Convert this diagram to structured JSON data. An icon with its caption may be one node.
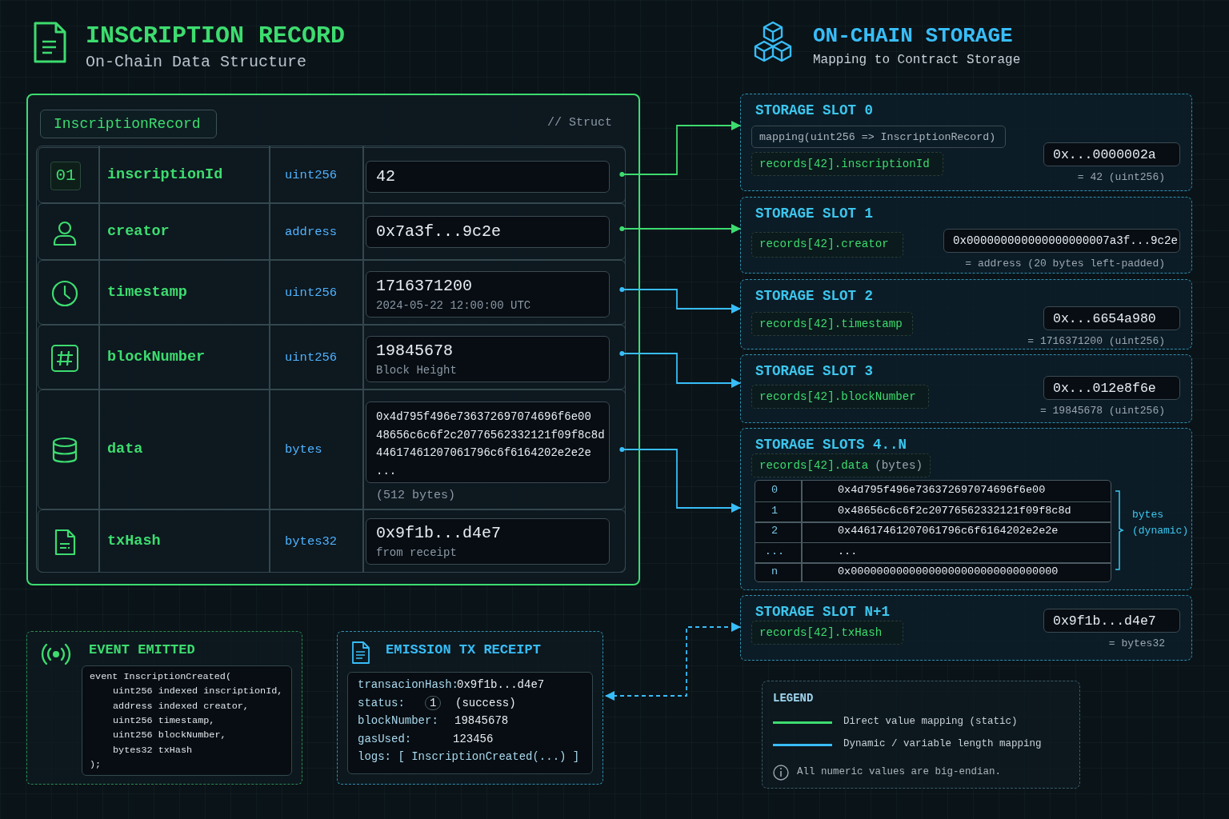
{
  "diagram": {
    "nodes": [
      {
        "text": [
          "// Struct"
        ]
      },
      {
        "text": [
          "InscriptionRecord"
        ],
        "in": 0
      },
      {
        "text": [
          "01",
          "inscriptionId",
          "uint256"
        ],
        "in": 0
      },
      {
        "text": [
          "42"
        ],
        "in": 2
      },
      {
        "text": [
          "creator",
          "address"
        ],
        "in": 0
      },
      {
        "text": [
          "0x7a3f...9c2e"
        ],
        "in": 4
      },
      {
        "text": [
          "timestamp",
          "uint256"
        ],
        "in": 0
      },
      {
        "text": [
          "1716371200",
          "2024-05-22 12:00:00 UTC"
        ],
        "in": 6
      },
      {
        "text": [
          "blockNumber",
          "uint256"
        ],
        "in": 0
      },
      {
        "text": [
          "19845678",
          "Block Height"
        ],
        "in": 8
      },
      {
        "text": [
          "data",
          "bytes"
        ],
        "in": 0
      },
      {
        "text": [
          "0x4d795f496e736372697074696f6e00 48656c6c6f2c20776562332121f09f8c8d 44617461207061796c6f6164202e2e2e ..."
        ],
        "in": 10,
        "beside": [
          "(512 bytes)"
        ]
      },
      {
        "text": [
          "txHash",
          "bytes32"
        ],
        "in": 0
      },
      {
        "text": [
          "0x9f1b...d4e7",
          "from receipt"
        ],
        "in": 12
      },
      {
        "text": [
          "STORAGE SLOT 0"
        ]
      },
      {
        "text": [
          "mapping(uint256 => InscriptionRecord)"
        ],
        "in": 14
      },
      {
        "text": [
          "records[42].inscriptionId"
        ],
        "in": 14
      },
      {
        "text": [
          "0x...0000002a"
        ],
        "in": 14,
        "beside": [
          "= 42 (uint256)"
        ]
      },
      {
        "text": [
          "STORAGE SLOT 1"
        ]
      },
      {
        "text": [
          "records[42].creator"
        ],
        "in": 18
      },
      {
        "text": [
          "0x000000000000000000007a3f...9c2e"
        ],
        "in": 18,
        "beside": [
          "= address (20 bytes left-padded)"
        ]
      },
      {
        "text": [
          "STORAGE SLOT 2"
        ]
      },
      {
        "text": [
          "records[42].timestamp"
        ],
        "in": 21
      },
      {
        "text": [
          "0x...6654a980"
        ],
        "in": 21,
        "beside": [
          "= 1716371200 (uint256)"
        ]
      },
      {
        "text": [
          "STORAGE SLOT 3"
        ]
      },
      {
        "text": [
          "records[42].blockNumber"
        ],
        "in": 24
      },
      {
        "text": [
          "0x...012e8f6e"
        ],
        "in": 24,
        "beside": [
          "= 19845678 (uint256)"
        ]
      },
      {
        "text": [
          "STORAGE SLOTS 4..N"
        ]
      },
      {
        "text": [
          "records[42].data",
          "(bytes)"
        ],
        "in": 27
      },
      {
        "text": [
          "STORAGE SLOT N+1"
        ]
      },
      {
        "text": [
          "records[42].txHash"
        ],
        "in": 29
      },
      {
        "text": [
          "0x9f1b...d4e7"
        ],
        "in": 29,
        "beside": [
          "= bytes32"
        ]
      },
      {
        "text": [
          "EVENT EMITTED"
        ]
      },
      {
        "text": [
          "event InscriptionCreated(",
          "uint256 indexed inscriptionId,",
          "address indexed creator,",
          "uint256 timestamp,",
          "uint256 blockNumber,",
          "bytes32 txHash",
          ");"
        ],
        "in": 32
      },
      {
        "text": [
          "EMISSION TX RECEIPT"
        ]
      },
      {
        "text": [
          "transacionHash:",
          "0x9f1b...d4e7",
          "status:",
          "1",
          "(success)",
          "blockNumber:",
          "19845678",
          "gasUsed:",
          "123456",
          "logs: [ InscriptionCreated(...) ]"
        ],
        "in": 34
      }
    ],
    "edges": [
      {
        "from": 2,
        "to": 14,
        "arrow": "to",
        "color": "#3ddc6f"
      },
      {
        "from": 4,
        "to": 18,
        "arrow": "to",
        "color": "#3ddc6f"
      },
      {
        "from": 6,
        "to": 21,
        "arrow": "to"
      },
      {
        "from": 8,
        "to": 24,
        "arrow": "to"
      },
      {
        "from": 10,
        "to": 27,
        "arrow": "to"
      },
      {
        "from": 34,
        "to": 29,
        "arrow": "both",
        "style": "dashed"
      }
    ],
    "labels": [
      "INSCRIPTION RECORD",
      "On-Chain Data Structure",
      "ON-CHAIN STORAGE",
      "Mapping to Contract Storage",
      "0",
      "0x4d795f496e736372697074696f6e00",
      "1",
      "0x48656c6c6f2c20776562332121f09f8c8d",
      "2",
      "0x44617461207061796c6f6164202e2e2e",
      "...",
      "...",
      "n",
      "0x00000000000000000000000000000000",
      "bytes (dynamic)",
      "LEGEND",
      "All numeric values are big-endian."
    ],
    "legend": [
      {
        "text": "Direct value mapping (static)",
        "color": "#3ddc6f"
      },
      {
        "text": "Dynamic / variable length mapping",
        "color": "#38bdf8"
      }
    ]
  }
}
